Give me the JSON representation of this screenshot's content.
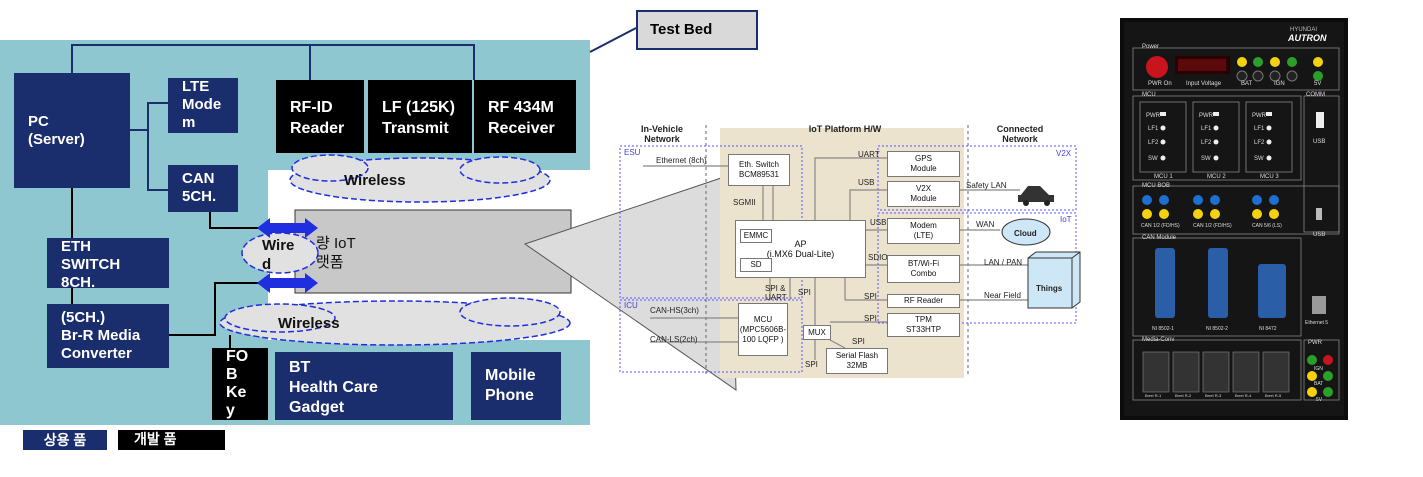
{
  "testbed": {
    "title": "Test Bed",
    "pc": "PC\n(Server)",
    "lte": "LTE\nMode\nm",
    "can5": "CAN\n5CH.",
    "eth": "ETH\nSWITCH\n8CH.",
    "brr": "(5CH.)\nBr-R Media\nConverter",
    "rfid": "RF-ID\nReader",
    "lf": "LF (125K)\nTransmit",
    "rf434": "RF 434M\nReceiver",
    "wireless_top": "Wireless",
    "wireless_bottom": "Wireless",
    "wired": "Wire\nd",
    "platform": "량 IoT\n랫폼",
    "fob": "FO\nB\nKe\ny",
    "bt": "BT\nHealth Care\nGadget",
    "mobile": "Mobile\nPhone",
    "legend_commercial": "상용 품",
    "legend_dev": "개발 품",
    "colors": {
      "panel": "#8fc7d1",
      "navy": "#1a2d6c",
      "black": "#000000",
      "cloud": "#d8d8d8",
      "arrow": "#1f2fe0"
    }
  },
  "arch": {
    "col_invehicle": "In-Vehicle\nNetwork",
    "col_iot": "IoT Platform H/W",
    "col_connected": "Connected\nNetwork",
    "esu": "ESU",
    "icu": "ICU",
    "v2x_zone": "V2X",
    "iot_zone": "IoT",
    "ethernet": "Ethernet (8ch)",
    "eth_switch": "Eth. Switch\nBCM89531",
    "sgmii": "SGMII",
    "emmc": "EMMC",
    "ap": "AP\n(i.MX6 Dual-Lite)",
    "sd": "SD",
    "uart": "UART",
    "usb1": "USB",
    "usb2": "USB",
    "sdio": "SDIO",
    "spi_uart": "SPI &\nUART",
    "spi_a": "SPI",
    "spi_b": "SPI",
    "spi_c": "SPI",
    "spi_d": "SPI",
    "spi_e": "SPI",
    "gps": "GPS\nModule",
    "v2x": "V2X\nModule",
    "safety_lan": "Safety LAN",
    "modem": "Modem\n(LTE)",
    "wan": "WAN",
    "cloud": "Cloud",
    "btwifi": "BT/Wi-Fi\nCombo",
    "lan_pan": "LAN / PAN",
    "things": "Things",
    "rf_reader": "RF Reader",
    "near_field": "Near Field",
    "tpm": "TPM\nST33HTP",
    "can_hs": "CAN-HS(3ch)",
    "can_ls": "CAN-LS(2ch)",
    "mcu": "MCU\n(MPC5606B-\n100 LQFP )",
    "mux": "MUX",
    "serial_flash": "Serial Flash\n32MB"
  },
  "device": {
    "brand_top": "HYUNDAI",
    "brand": "AUTRON",
    "power": "Power",
    "pwr_on": "PWR On",
    "input_voltage": "Input Voltage",
    "bat": "BAT",
    "ign": "IGN",
    "v5": "5V",
    "mcu_section": "MCU",
    "comm": "COMM",
    "mcu1": "MCU 1",
    "mcu2": "MCU 2",
    "mcu3": "MCU 3",
    "pwr_l": "PWR",
    "lf1": "LF1",
    "lf2": "LF2",
    "sw": "SW",
    "usb": "USB",
    "mcu_bob": "MCU BOB",
    "can12a": "CAN 1/2 (FD/HS)",
    "can12b": "CAN 1/2 (FD/HS)",
    "can56": "CAN 5/6 (LS)",
    "can_module": "CAN Module",
    "ni1": "NI 8502-1",
    "ni2": "NI 8502-2",
    "ni3": "NI 8472",
    "ethernet5": "Ethernet 5",
    "media_conv": "Media-Conv",
    "pwr2": "PWR",
    "bat2": "BAT",
    "ign2": "IGN",
    "v5b": "5V",
    "brret": [
      "BrreI R-1",
      "BrreI R-2",
      "BrreI R-3",
      "BrreI R-4",
      "BrreI R-5"
    ]
  }
}
